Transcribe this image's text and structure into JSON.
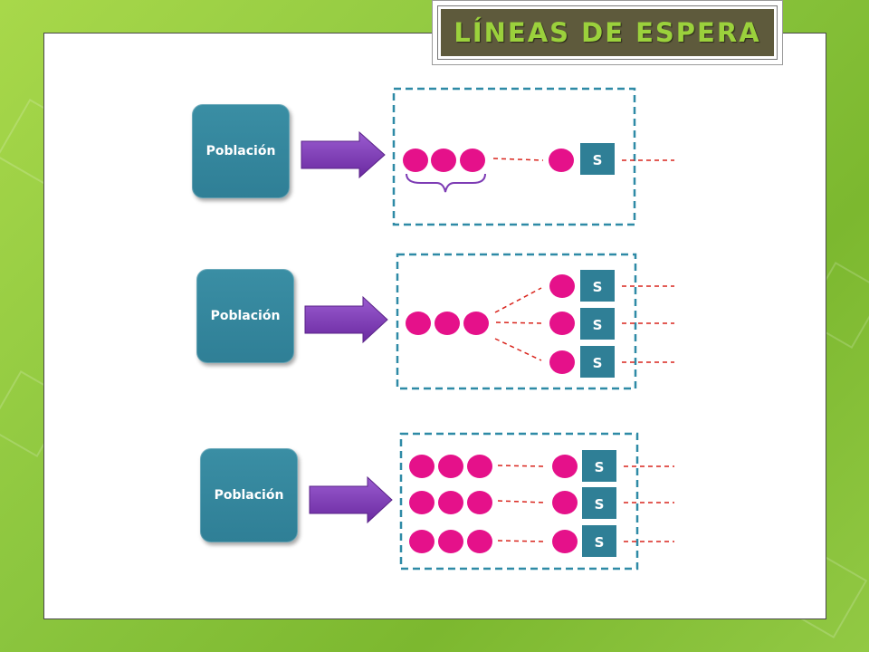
{
  "title": "LÍNEAS DE ESPERA",
  "colors": {
    "customer": "#e5118a",
    "server": "#2f7f96",
    "population": "#2f7f96",
    "arrow": "#7d3bb4",
    "dashes": "#d9251d",
    "frame": "#2e8aa6"
  },
  "rows": [
    {
      "population_label": "Población",
      "server_label": "S",
      "servers": 1,
      "queues": 1
    },
    {
      "population_label": "Población",
      "server_label": "S",
      "servers": 3,
      "queues": 1
    },
    {
      "population_label": "Población",
      "server_label": "S",
      "servers": 3,
      "queues": 3
    }
  ]
}
